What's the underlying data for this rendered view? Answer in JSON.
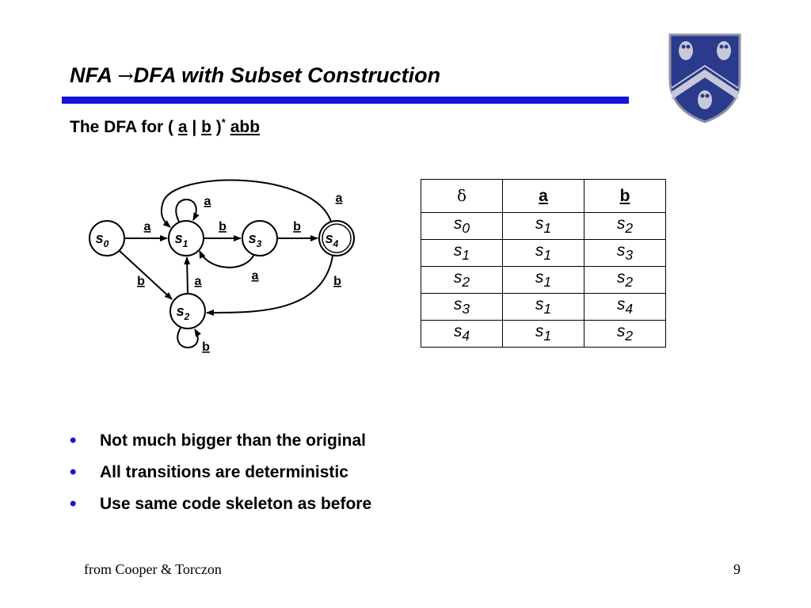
{
  "slide": {
    "title_pre": "NFA ",
    "title_arrow": "→",
    "title_mid": "DFA",
    "title_post": " with Subset Construction",
    "subtitle_pre": "The DFA for ( ",
    "subtitle_a": "a",
    "subtitle_bar": " | ",
    "subtitle_b": "b",
    "subtitle_close": " )",
    "subtitle_star": "*",
    "subtitle_space": " ",
    "subtitle_abb": "abb"
  },
  "dfa": {
    "states": [
      {
        "id": "s0",
        "base": "s",
        "sub": "0",
        "accepting": false
      },
      {
        "id": "s1",
        "base": "s",
        "sub": "1",
        "accepting": false
      },
      {
        "id": "s2",
        "base": "s",
        "sub": "2",
        "accepting": false
      },
      {
        "id": "s3",
        "base": "s",
        "sub": "3",
        "accepting": false
      },
      {
        "id": "s4",
        "base": "s",
        "sub": "4",
        "accepting": true
      }
    ],
    "transitions": [
      {
        "from": "s0",
        "to": "s1",
        "label": "a"
      },
      {
        "from": "s0",
        "to": "s2",
        "label": "b"
      },
      {
        "from": "s1",
        "to": "s1",
        "label": "a"
      },
      {
        "from": "s1",
        "to": "s3",
        "label": "b"
      },
      {
        "from": "s2",
        "to": "s1",
        "label": "a"
      },
      {
        "from": "s2",
        "to": "s2",
        "label": "b"
      },
      {
        "from": "s3",
        "to": "s1",
        "label": "a"
      },
      {
        "from": "s3",
        "to": "s4",
        "label": "b"
      },
      {
        "from": "s4",
        "to": "s1",
        "label": "a"
      },
      {
        "from": "s4",
        "to": "s2",
        "label": "b"
      }
    ]
  },
  "table": {
    "delta": "δ",
    "header_a": "a",
    "header_b": "b",
    "rows": [
      {
        "state": {
          "base": "s",
          "sub": "0"
        },
        "on_a": {
          "base": "s",
          "sub": "1"
        },
        "on_b": {
          "base": "s",
          "sub": "2"
        }
      },
      {
        "state": {
          "base": "s",
          "sub": "1"
        },
        "on_a": {
          "base": "s",
          "sub": "1"
        },
        "on_b": {
          "base": "s",
          "sub": "3"
        }
      },
      {
        "state": {
          "base": "s",
          "sub": "2"
        },
        "on_a": {
          "base": "s",
          "sub": "1"
        },
        "on_b": {
          "base": "s",
          "sub": "2"
        }
      },
      {
        "state": {
          "base": "s",
          "sub": "3"
        },
        "on_a": {
          "base": "s",
          "sub": "1"
        },
        "on_b": {
          "base": "s",
          "sub": "4"
        }
      },
      {
        "state": {
          "base": "s",
          "sub": "4"
        },
        "on_a": {
          "base": "s",
          "sub": "1"
        },
        "on_b": {
          "base": "s",
          "sub": "2"
        }
      }
    ]
  },
  "bullets": {
    "marker": "•",
    "items": [
      "Not much bigger than the original",
      "All transitions are deterministic",
      "Use same code skeleton as before"
    ]
  },
  "footer": {
    "source": "from Cooper & Torczon",
    "page": "9"
  },
  "colors": {
    "accent": "#1313d9",
    "shield_blue": "#2a3a8c",
    "shield_gray": "#c8c8d8"
  },
  "logo": {
    "icon": "rice-owl-shield-logo"
  }
}
